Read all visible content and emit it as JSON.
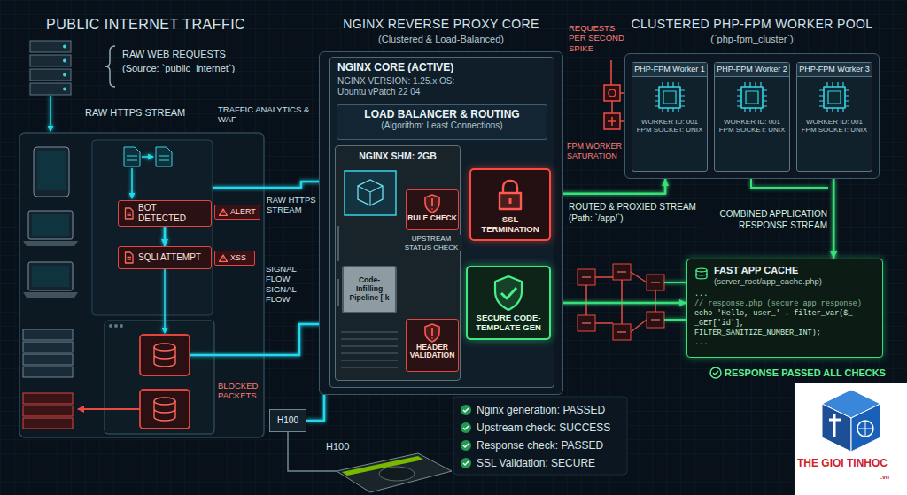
{
  "diagram": {
    "nodes": [
      {
        "text": [
          "BOT DETECTED"
        ]
      },
      {
        "text": [
          "ALERT"
        ]
      },
      {
        "text": [
          "SQLI ATTEMPT"
        ]
      },
      {
        "text": [
          "XSS"
        ]
      },
      {
        "text": [
          "NGINX REVERSE PROXY CORE",
          "(Clustered & Load-Balanced)"
        ]
      },
      {
        "text": [
          "NGINX CORE (ACTIVE)",
          "NGINX VERSION: 1.25.x OS: Ubuntu vPatch 22 04"
        ],
        "in": 4
      },
      {
        "text": [
          "LOAD BALANCER & ROUTING",
          "(Algorithm: Least Connections)"
        ],
        "in": 5
      },
      {
        "text": [
          "NGINX SHM: 2GB"
        ],
        "in": 5
      },
      {
        "text": [
          "RULE CHECK"
        ],
        "in": 7
      },
      {
        "text": [
          "Code-Infilling Pipeline [ k"
        ],
        "in": 7
      },
      {
        "text": [
          "HEADER VALIDATION"
        ],
        "in": 7
      },
      {
        "text": [
          "SSL TERMINATION"
        ],
        "in": 5
      },
      {
        "text": [
          "SECURE CODE-TEMPLATE GEN"
        ],
        "in": 5
      },
      {
        "text": [
          "H100"
        ]
      },
      {
        "text": [
          "CLUSTERED PHP-FPM WORKER POOL",
          "(`php-fpm_cluster`)"
        ]
      },
      {
        "text": [
          "PHP-FPM Worker 1",
          "WORKER ID: 001 FPM SOCKET: UNIX"
        ],
        "in": 14
      },
      {
        "text": [
          "PHP-FPM Worker 2",
          "WORKER ID: 001 FPM SOCKET: UNIX"
        ],
        "in": 14
      },
      {
        "text": [
          "PHP-FPM Worker 3",
          "WORKER ID: 001 FPM SOCKET: UNIX"
        ],
        "in": 14
      },
      {
        "text": [
          "FAST APP CACHE",
          "(server_root/app_cache.php)",
          "...",
          "// response.php (secure app response)",
          "echo 'Hello, user_' . filter_var($_ _GET['id'], FILTER_SANITIZE_NUMBER_INT);",
          "..."
        ]
      }
    ],
    "edges": [
      {
        "from": 0,
        "to": 2,
        "arrow": "to"
      },
      {
        "from": 13,
        "to": 9,
        "arrow": "to"
      },
      {
        "from": 8,
        "to": 11,
        "arrow": "to"
      },
      {
        "from": 9,
        "to": 12,
        "arrow": "to"
      },
      {
        "from": 11,
        "to": 14,
        "arrow": "to",
        "label": "ROUTED & PROXIED STREAM (Path: `/app/`)"
      },
      {
        "from": 14,
        "to": 18,
        "arrow": "to",
        "label": "COMBINED APPLICATION RESPONSE STREAM"
      },
      {
        "from": 12,
        "to": 18,
        "arrow": "to"
      }
    ],
    "labels": [
      "PUBLIC INTERNET TRAFFIC",
      "RAW WEB REQUESTS",
      "(Source: `public_internet`)",
      "RAW HTTPS STREAM",
      "TRAFFIC ANALYTICS & WAF",
      "RAW HTTPS STREAM",
      "SIGNAL FLOW SIGNAL FLOW",
      "BLOCKED PACKETS",
      "UPSTREAM STATUS CHECK",
      "H100",
      "REQUESTS PER SECOND SPIKE",
      "FPM WORKER SATURATION",
      "RESPONSE PASSED ALL CHECKS",
      "Nginx generation: PASSED",
      "Upstream check: SUCCESS",
      "Response check: PASSED",
      "SSL Validation: SECURE",
      "THE GIOI TINHOC",
      ".vn"
    ]
  }
}
